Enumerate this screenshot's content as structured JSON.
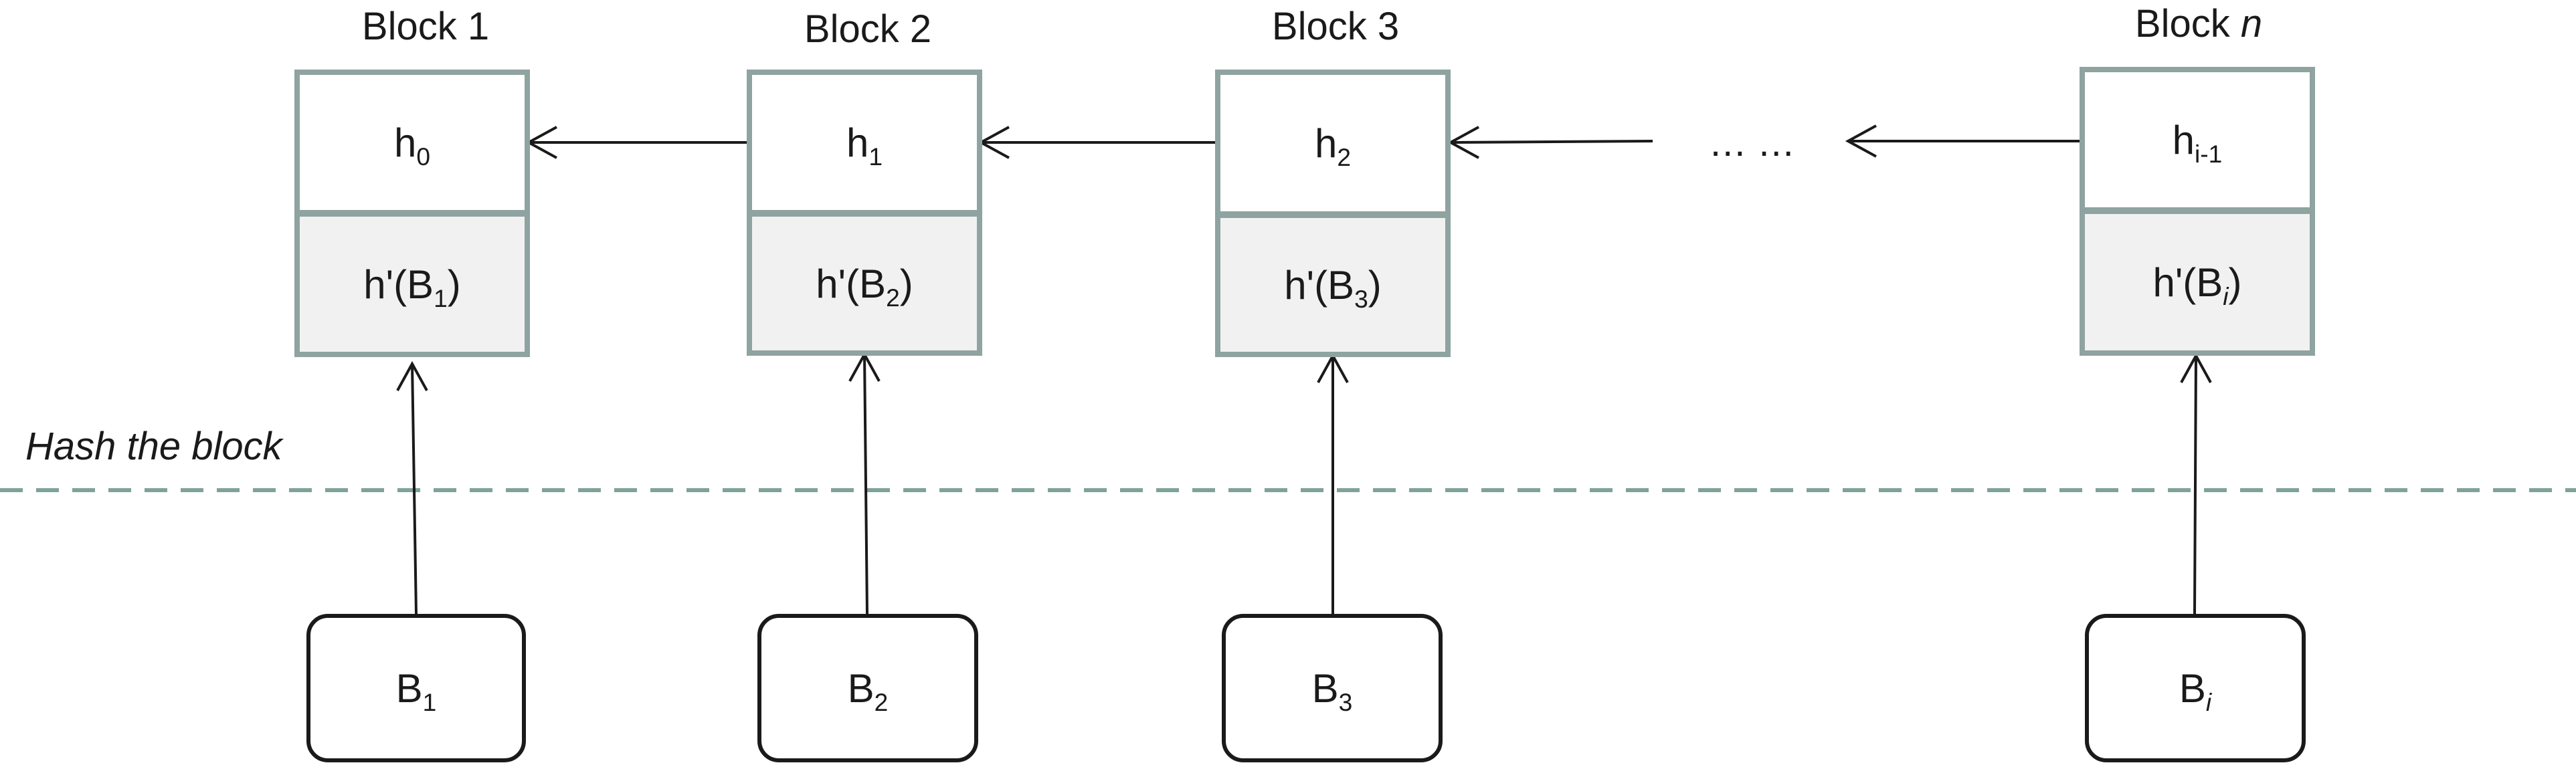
{
  "colors": {
    "box_border": "#8fa3a1",
    "body_fill": "#f1f1f1",
    "dashed_line": "#7fa29a",
    "stroke": "#1a1a1a"
  },
  "blocks": [
    {
      "title": "Block 1",
      "title_var": "",
      "head_base": "h",
      "head_sub": "0",
      "body_prefix": "h'(B",
      "body_sub": "1",
      "body_suffix": ")",
      "src_base": "B",
      "src_sub": "1"
    },
    {
      "title": "Block 2",
      "title_var": "",
      "head_base": "h",
      "head_sub": "1",
      "body_prefix": "h'(B",
      "body_sub": "2",
      "body_suffix": ")",
      "src_base": "B",
      "src_sub": "2"
    },
    {
      "title": "Block 3",
      "title_var": "",
      "head_base": "h",
      "head_sub": "2",
      "body_prefix": "h'(B",
      "body_sub": "3",
      "body_suffix": ")",
      "src_base": "B",
      "src_sub": "3"
    },
    {
      "title": "Block ",
      "title_var": "n",
      "head_base": "h",
      "head_sub": "i-1",
      "body_prefix": "h'(B",
      "body_sub": "i",
      "body_suffix": ")",
      "src_base": "B",
      "src_sub": "i"
    }
  ],
  "ellipsis": "... ...",
  "hash_label": "Hash the block"
}
